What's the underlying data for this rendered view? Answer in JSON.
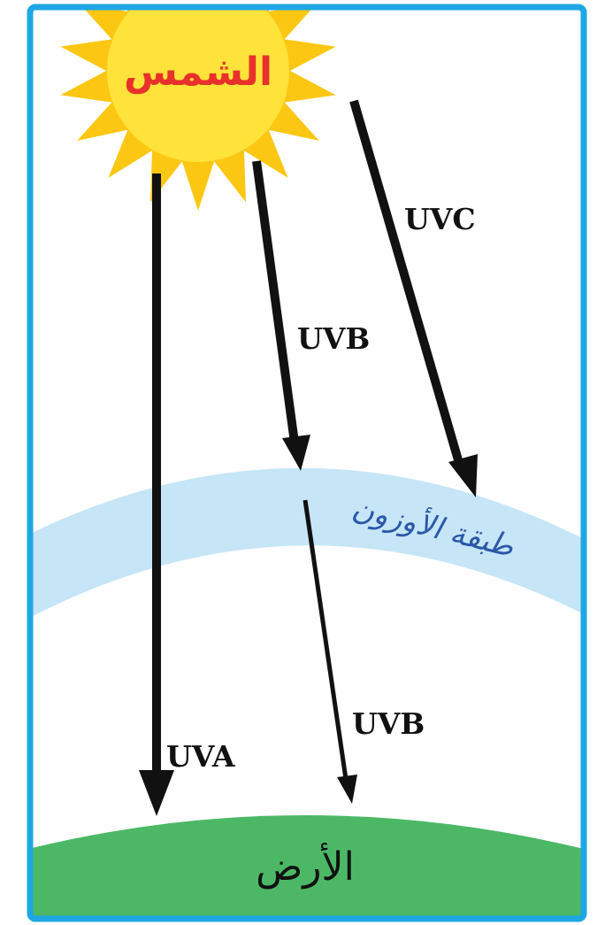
{
  "diagram": {
    "sun_label": "الشمس",
    "ozone_label": "طبقة الأوزون",
    "earth_label": "الأرض",
    "rays": {
      "uva": "UVA",
      "uvb_upper": "UVB",
      "uvb_lower": "UVB",
      "uvc": "UVC"
    }
  },
  "colors": {
    "frame": "#1ea7e4",
    "sun_rays": "#fcc713",
    "sun_body": "#ffe23a",
    "sun_text": "#e8312a",
    "ozone": "#c6e6f7",
    "ozone_text": "#2b58a8",
    "earth": "#4cb865",
    "arrows": "#111111"
  }
}
